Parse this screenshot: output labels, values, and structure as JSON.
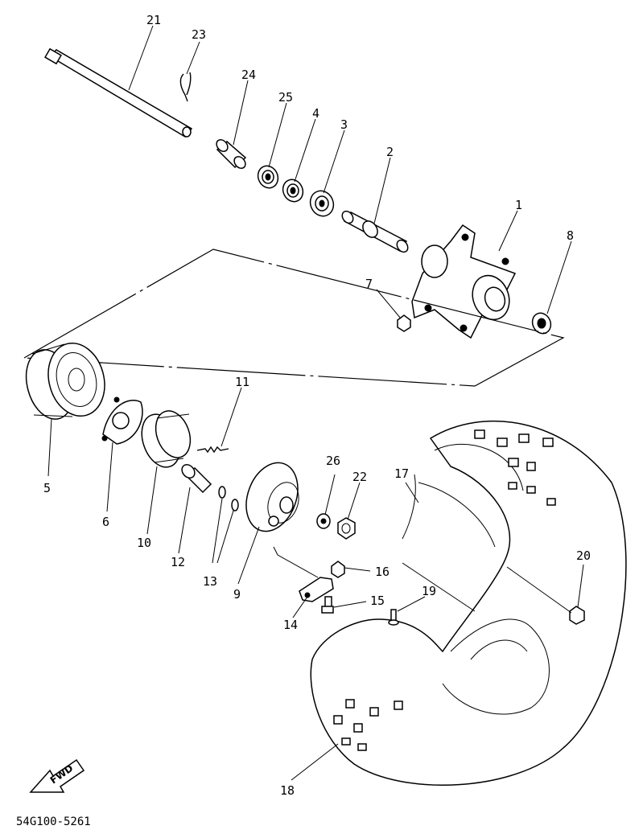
{
  "diagram": {
    "part_labels": [
      "1",
      "2",
      "3",
      "4",
      "5",
      "6",
      "7",
      "8",
      "9",
      "10",
      "11",
      "12",
      "13",
      "14",
      "15",
      "16",
      "17",
      "18",
      "19",
      "20",
      "21",
      "22",
      "23",
      "24",
      "25",
      "26"
    ],
    "drawing_code": "54G100-5261",
    "direction_arrow_text": "FWD"
  }
}
